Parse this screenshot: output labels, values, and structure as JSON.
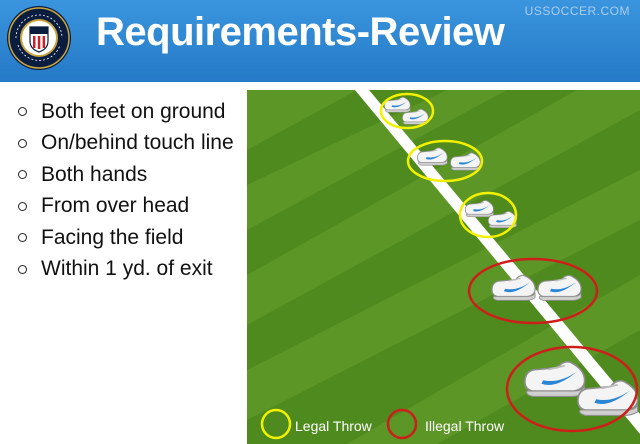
{
  "header": {
    "title": "Requirements-Review",
    "brand": "USSOCCER.COM",
    "logo_colors": {
      "ring": "#0b1d3f",
      "gold": "#c8a641",
      "red": "#c8232c"
    }
  },
  "bullets": [
    "Both feet on ground",
    "On/behind touch line",
    "Both hands",
    "From over head",
    "Facing the field",
    "Within 1 yd. of exit"
  ],
  "legend": {
    "legal_label": "Legal Throw",
    "legal_color": "#f2f200",
    "illegal_label": "Illegal Throw",
    "illegal_color": "#cc1f1a"
  },
  "colors": {
    "header": "#2f8ad6",
    "field": "#4f8a1e",
    "line": "#ffffff",
    "swoosh": "#2b86d4"
  }
}
